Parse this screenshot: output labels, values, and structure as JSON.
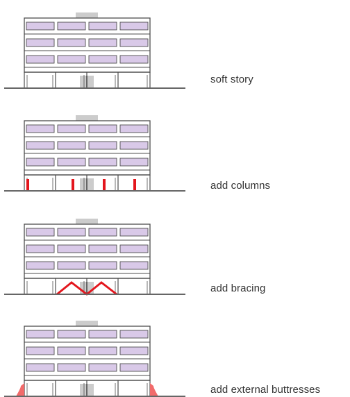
{
  "colors": {
    "outline": "#4d4d4d",
    "window_fill": "#d9c9e8",
    "core_fill": "#cccccc",
    "ground": "#666666",
    "column_red": "#e3161d",
    "brace_red": "#e3161d",
    "buttress_red": "#f26b6b",
    "label_text": "#333333"
  },
  "panels": [
    {
      "id": "soft-story",
      "label": "soft story",
      "retrofit": "none"
    },
    {
      "id": "add-columns",
      "label": "add columns",
      "retrofit": "columns"
    },
    {
      "id": "add-bracing",
      "label": "add bracing",
      "retrofit": "bracing"
    },
    {
      "id": "add-external-buttresses",
      "label": "add external buttresses",
      "retrofit": "buttresses"
    }
  ]
}
